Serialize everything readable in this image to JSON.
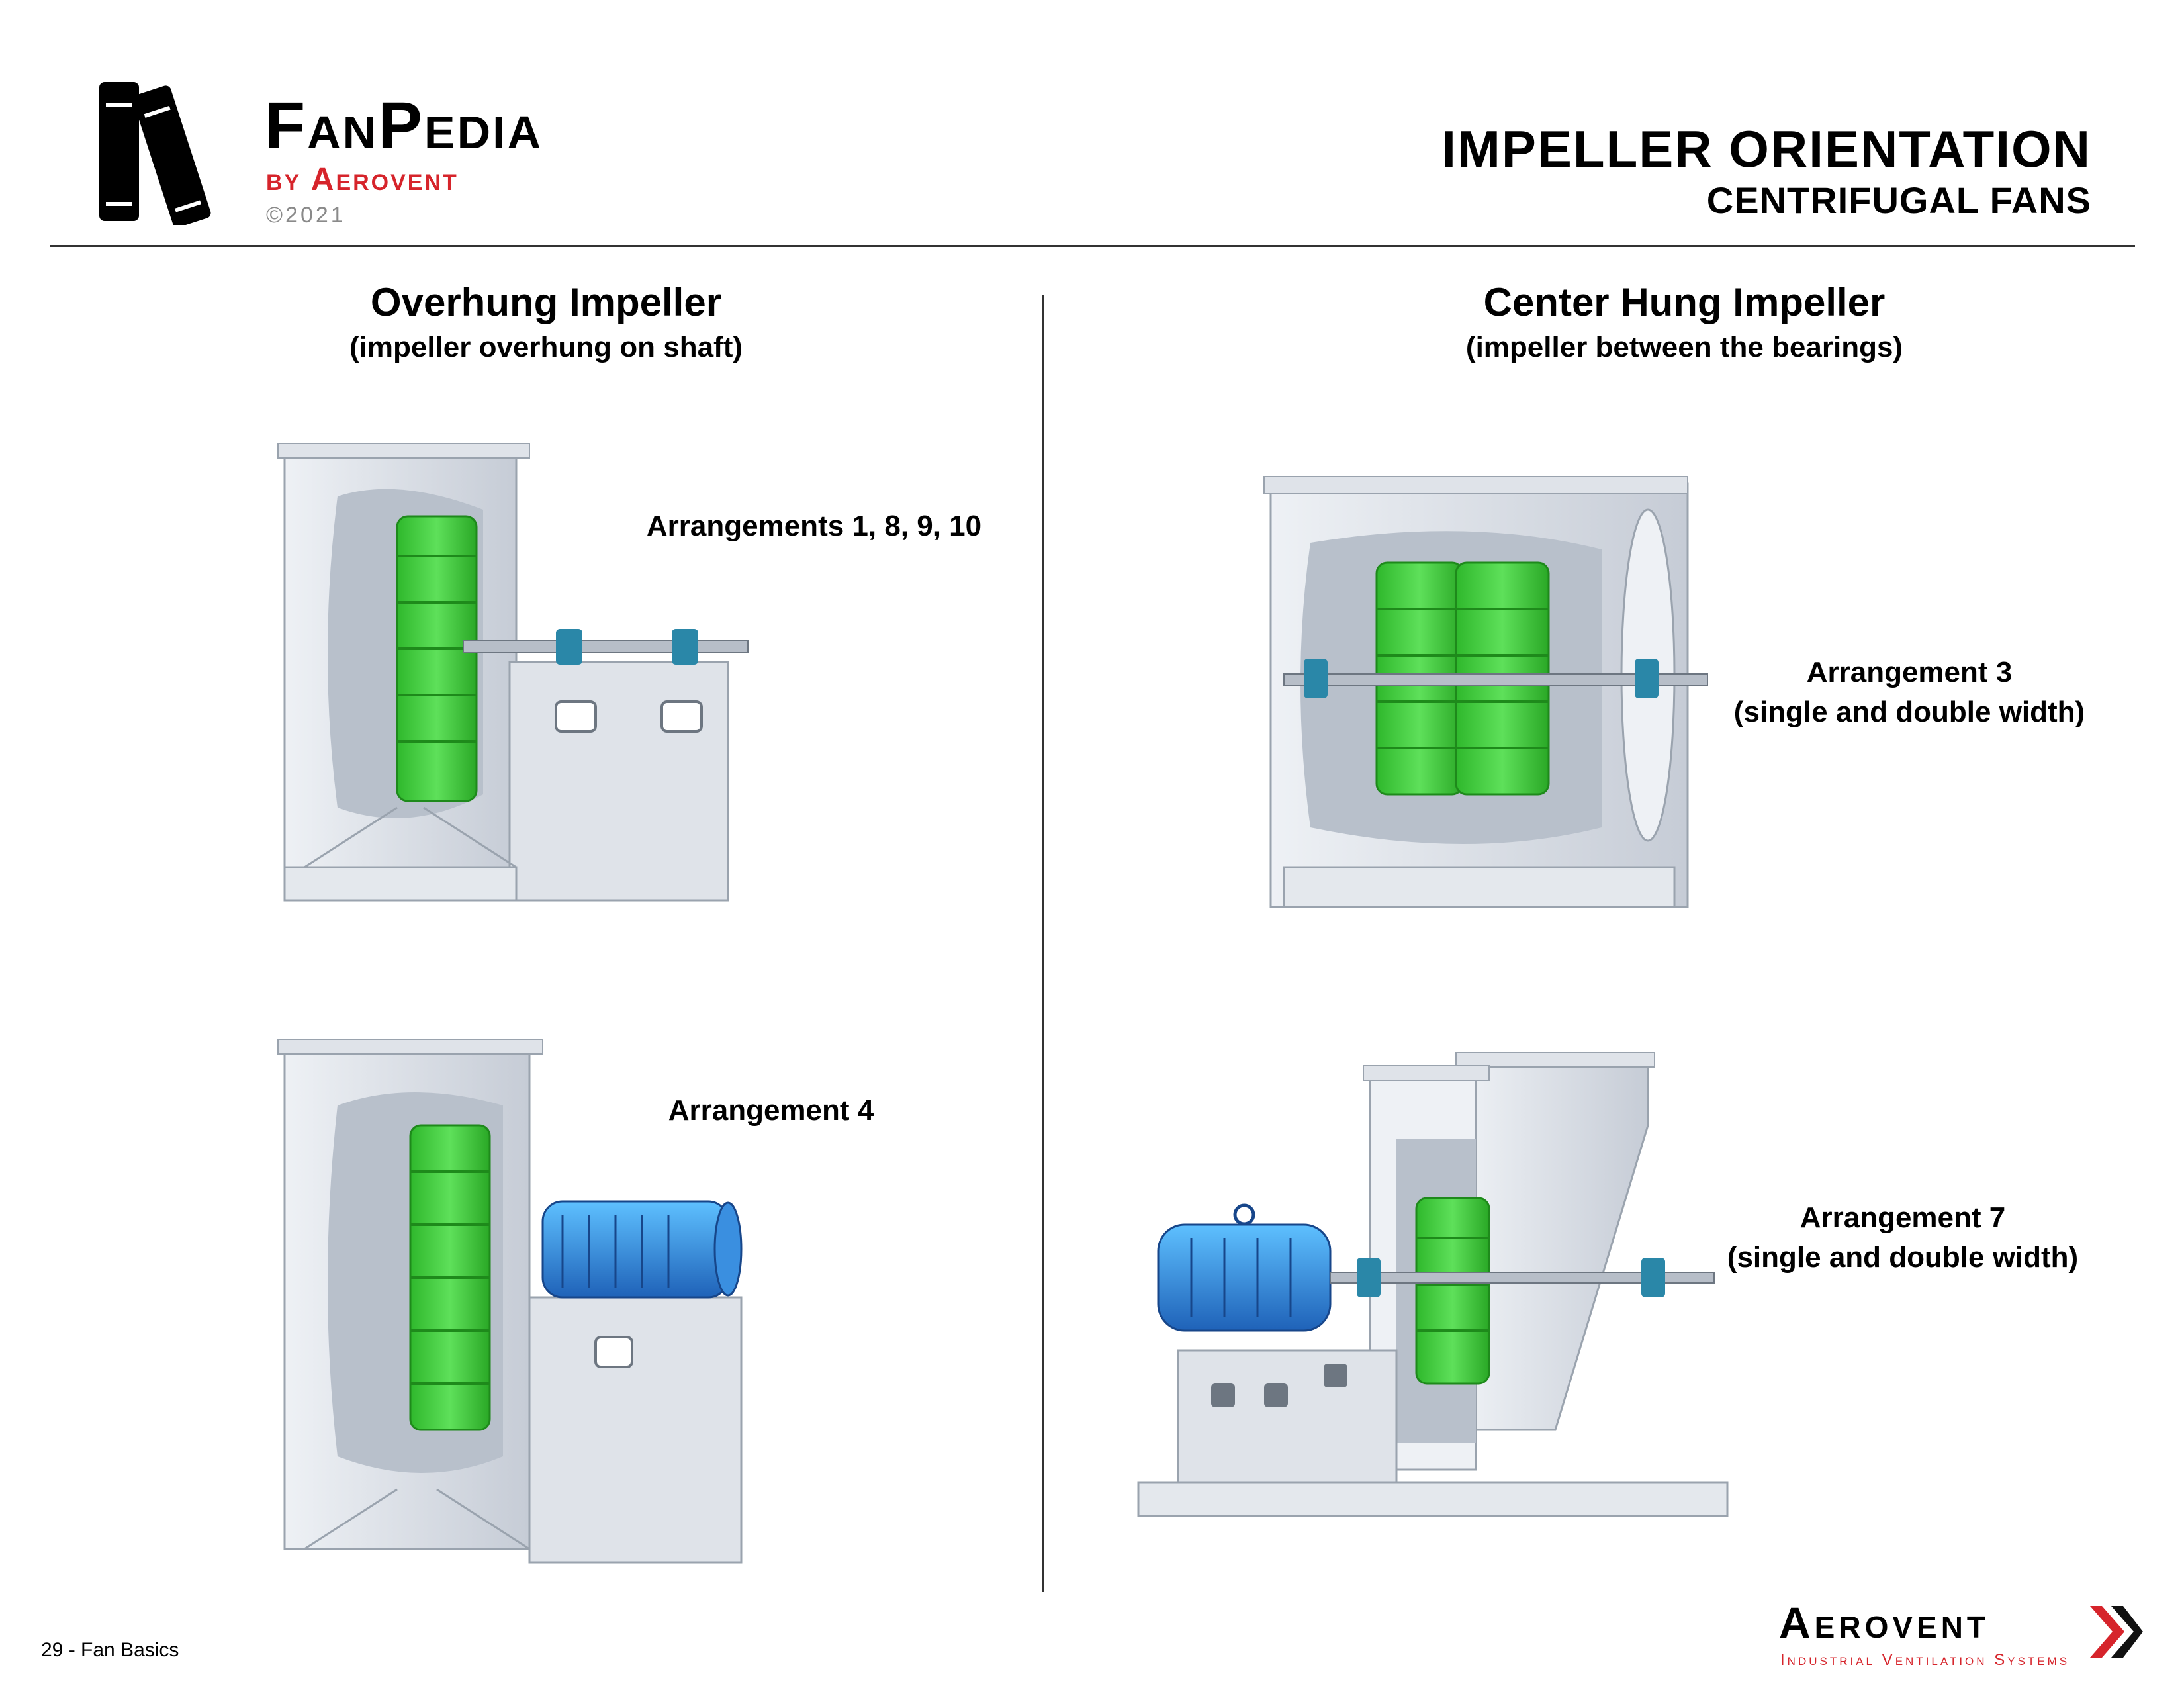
{
  "brand": {
    "title": "FanPedia",
    "subtitle": "by Aerovent",
    "copyright": "©2021"
  },
  "header": {
    "title": "IMPELLER ORIENTATION",
    "subtitle": "CENTRIFUGAL FANS"
  },
  "left": {
    "title": "Overhung Impeller",
    "subtitle": "(impeller overhung on shaft)",
    "arrangements": [
      {
        "label": "Arrangements 1, 8, 9, 10"
      },
      {
        "label": "Arrangement 4"
      }
    ]
  },
  "right": {
    "title": "Center Hung Impeller",
    "subtitle": "(impeller between the bearings)",
    "arrangements": [
      {
        "line1": "Arrangement 3",
        "line2": "(single and double width)"
      },
      {
        "line1": "Arrangement 7",
        "line2": "(single and double width)"
      }
    ]
  },
  "footer": {
    "page": "29 - Fan Basics",
    "brand": "Aerovent",
    "tagline": "Industrial Ventilation Systems"
  },
  "colors": {
    "accent_red": "#d6242b",
    "impeller_green": "#3fcf3a",
    "motor_blue": "#2e74d6",
    "housing_gray": "#d6dbe2"
  }
}
